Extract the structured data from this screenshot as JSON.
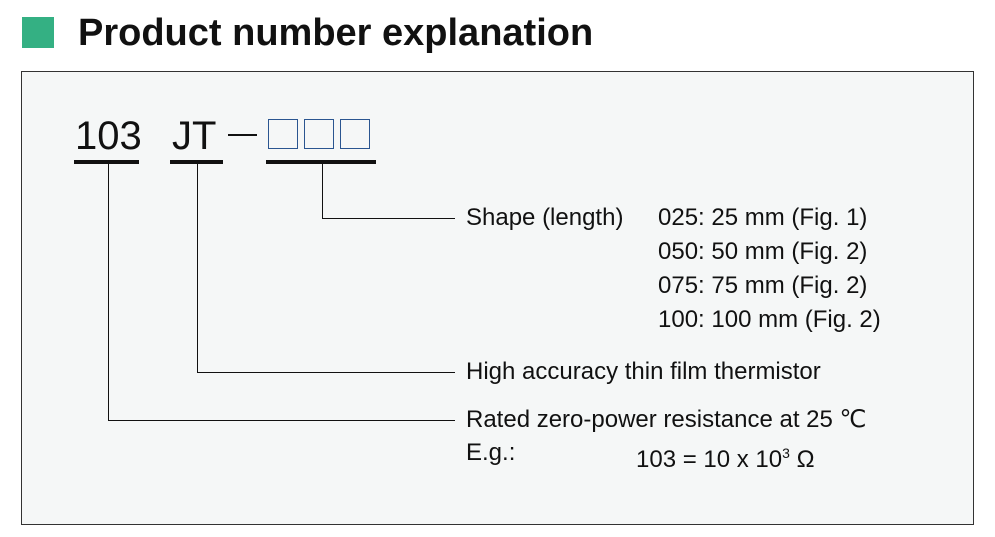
{
  "title": "Product number explanation",
  "accent_color": "#34b083",
  "code": {
    "part1": "103",
    "part2": "JT",
    "dash": "−"
  },
  "shape": {
    "label": "Shape (length)",
    "options": [
      "025: 25 mm (Fig. 1)",
      "050: 50 mm (Fig. 2)",
      "075: 75 mm (Fig. 2)",
      "100: 100 mm (Fig. 2)"
    ]
  },
  "type_desc": "High accuracy thin film thermistor",
  "resistance": {
    "label": "Rated zero-power resistance at 25 ℃",
    "eg_label": "E.g.:",
    "eg_value": "103 = 10 x 10",
    "eg_exp": "3",
    "eg_unit": "Ω"
  }
}
